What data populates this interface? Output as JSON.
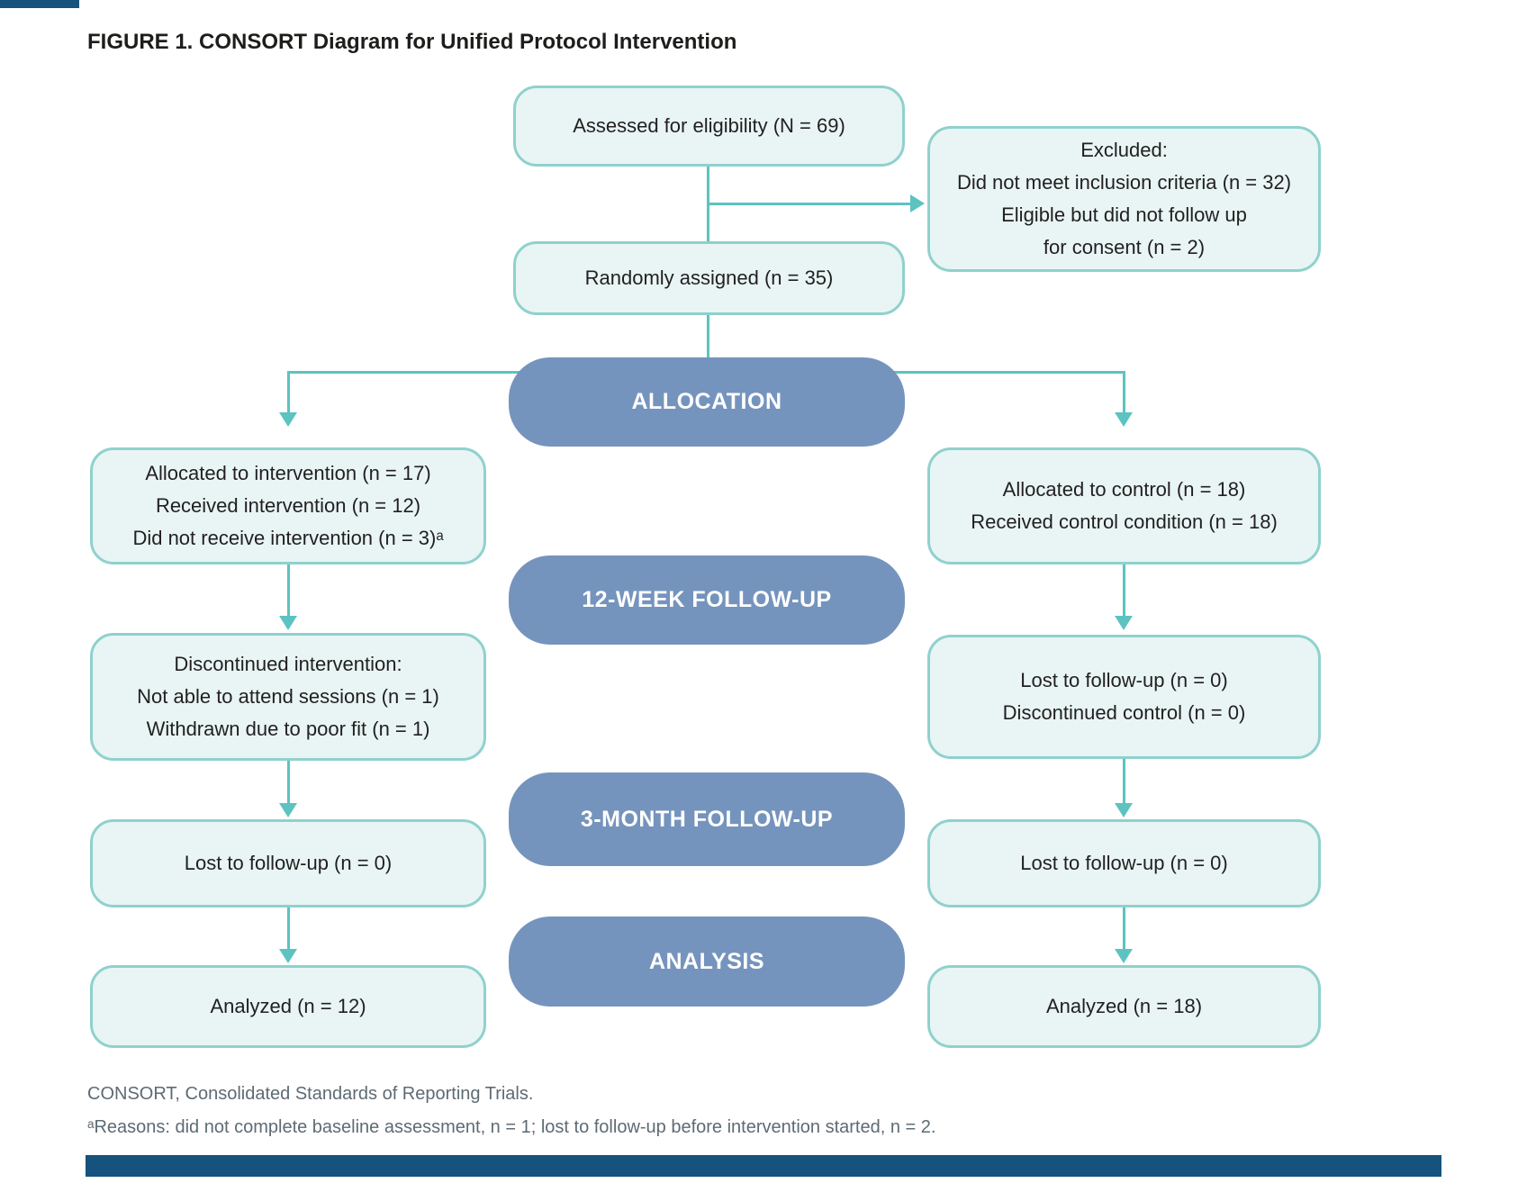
{
  "figure": {
    "label": "FIGURE 1.",
    "title": "CONSORT Diagram for Unified Protocol Intervention"
  },
  "colors": {
    "box_fill": "#e8f5f4",
    "box_border": "#8fd1cd",
    "arrow": "#5cc3c1",
    "banner_fill": "#7594bd",
    "banner_text": "#ffffff",
    "text": "#221f1f",
    "footnote_text": "#5e6b73",
    "bottom_bar": "#15527d"
  },
  "diagram": {
    "assessed": {
      "line1": "Assessed for eligibility (N = 69)"
    },
    "excluded": {
      "line1": "Excluded:",
      "line2": "Did not meet inclusion criteria (n = 32)",
      "line3": "Eligible but did not follow up",
      "line4": "for consent (n = 2)"
    },
    "randomized": {
      "line1": "Randomly assigned (n = 35)"
    },
    "banners": [
      {
        "label": "ALLOCATION"
      },
      {
        "label": "12-WEEK FOLLOW-UP"
      },
      {
        "label": "3-MONTH FOLLOW-UP"
      },
      {
        "label": "ANALYSIS"
      }
    ],
    "allocation_left": {
      "line1": "Allocated to intervention (n = 17)",
      "line2": "Received intervention (n = 12)",
      "line3": "Did not receive intervention (n = 3)ᵃ"
    },
    "allocation_right": {
      "line1": "Allocated to control (n = 18)",
      "line2": "Received control condition (n = 18)"
    },
    "followup12_left": {
      "line1": "Discontinued intervention:",
      "line2": "Not able to attend sessions (n = 1)",
      "line3": "Withdrawn due to poor fit (n = 1)"
    },
    "followup12_right": {
      "line1": "Lost to follow-up (n = 0)",
      "line2": "Discontinued control (n = 0)"
    },
    "followup3_left": {
      "line1": "Lost to follow-up (n = 0)"
    },
    "followup3_right": {
      "line1": "Lost to follow-up (n = 0)"
    },
    "analysis_left": {
      "line1": "Analyzed (n = 12)"
    },
    "analysis_right": {
      "line1": "Analyzed (n = 18)"
    }
  },
  "footnotes": {
    "line1": "CONSORT, Consolidated Standards of Reporting Trials.",
    "line2": "ᵃReasons: did not complete baseline assessment, n = 1; lost to follow-up before intervention started, n = 2."
  }
}
